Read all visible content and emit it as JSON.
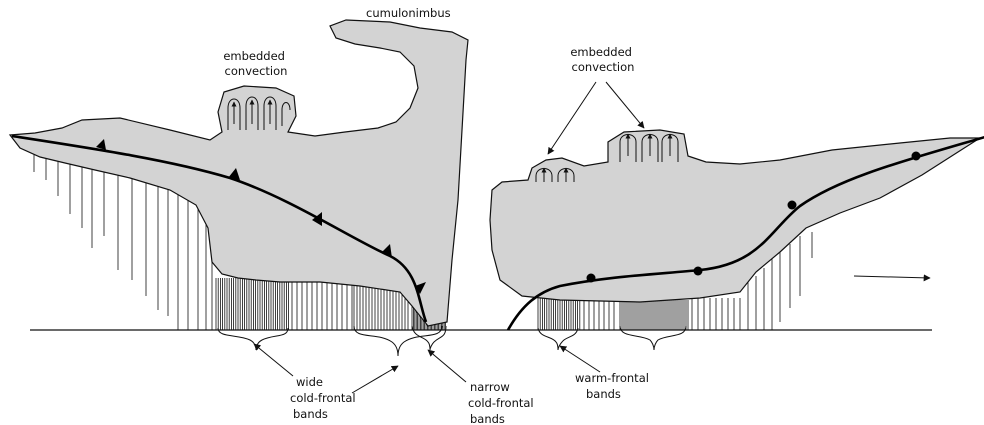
{
  "labels": {
    "cumulonimbus": "cumulonimbus",
    "embedded_left": [
      "embedded",
      "convection"
    ],
    "embedded_right": [
      "embedded",
      "convection"
    ],
    "wide_bands": [
      "wide",
      "cold-frontal",
      "bands"
    ],
    "narrow_bands": [
      "narrow",
      "cold-frontal",
      "bands"
    ],
    "warm_bands": [
      "warm-frontal",
      "bands"
    ]
  }
}
